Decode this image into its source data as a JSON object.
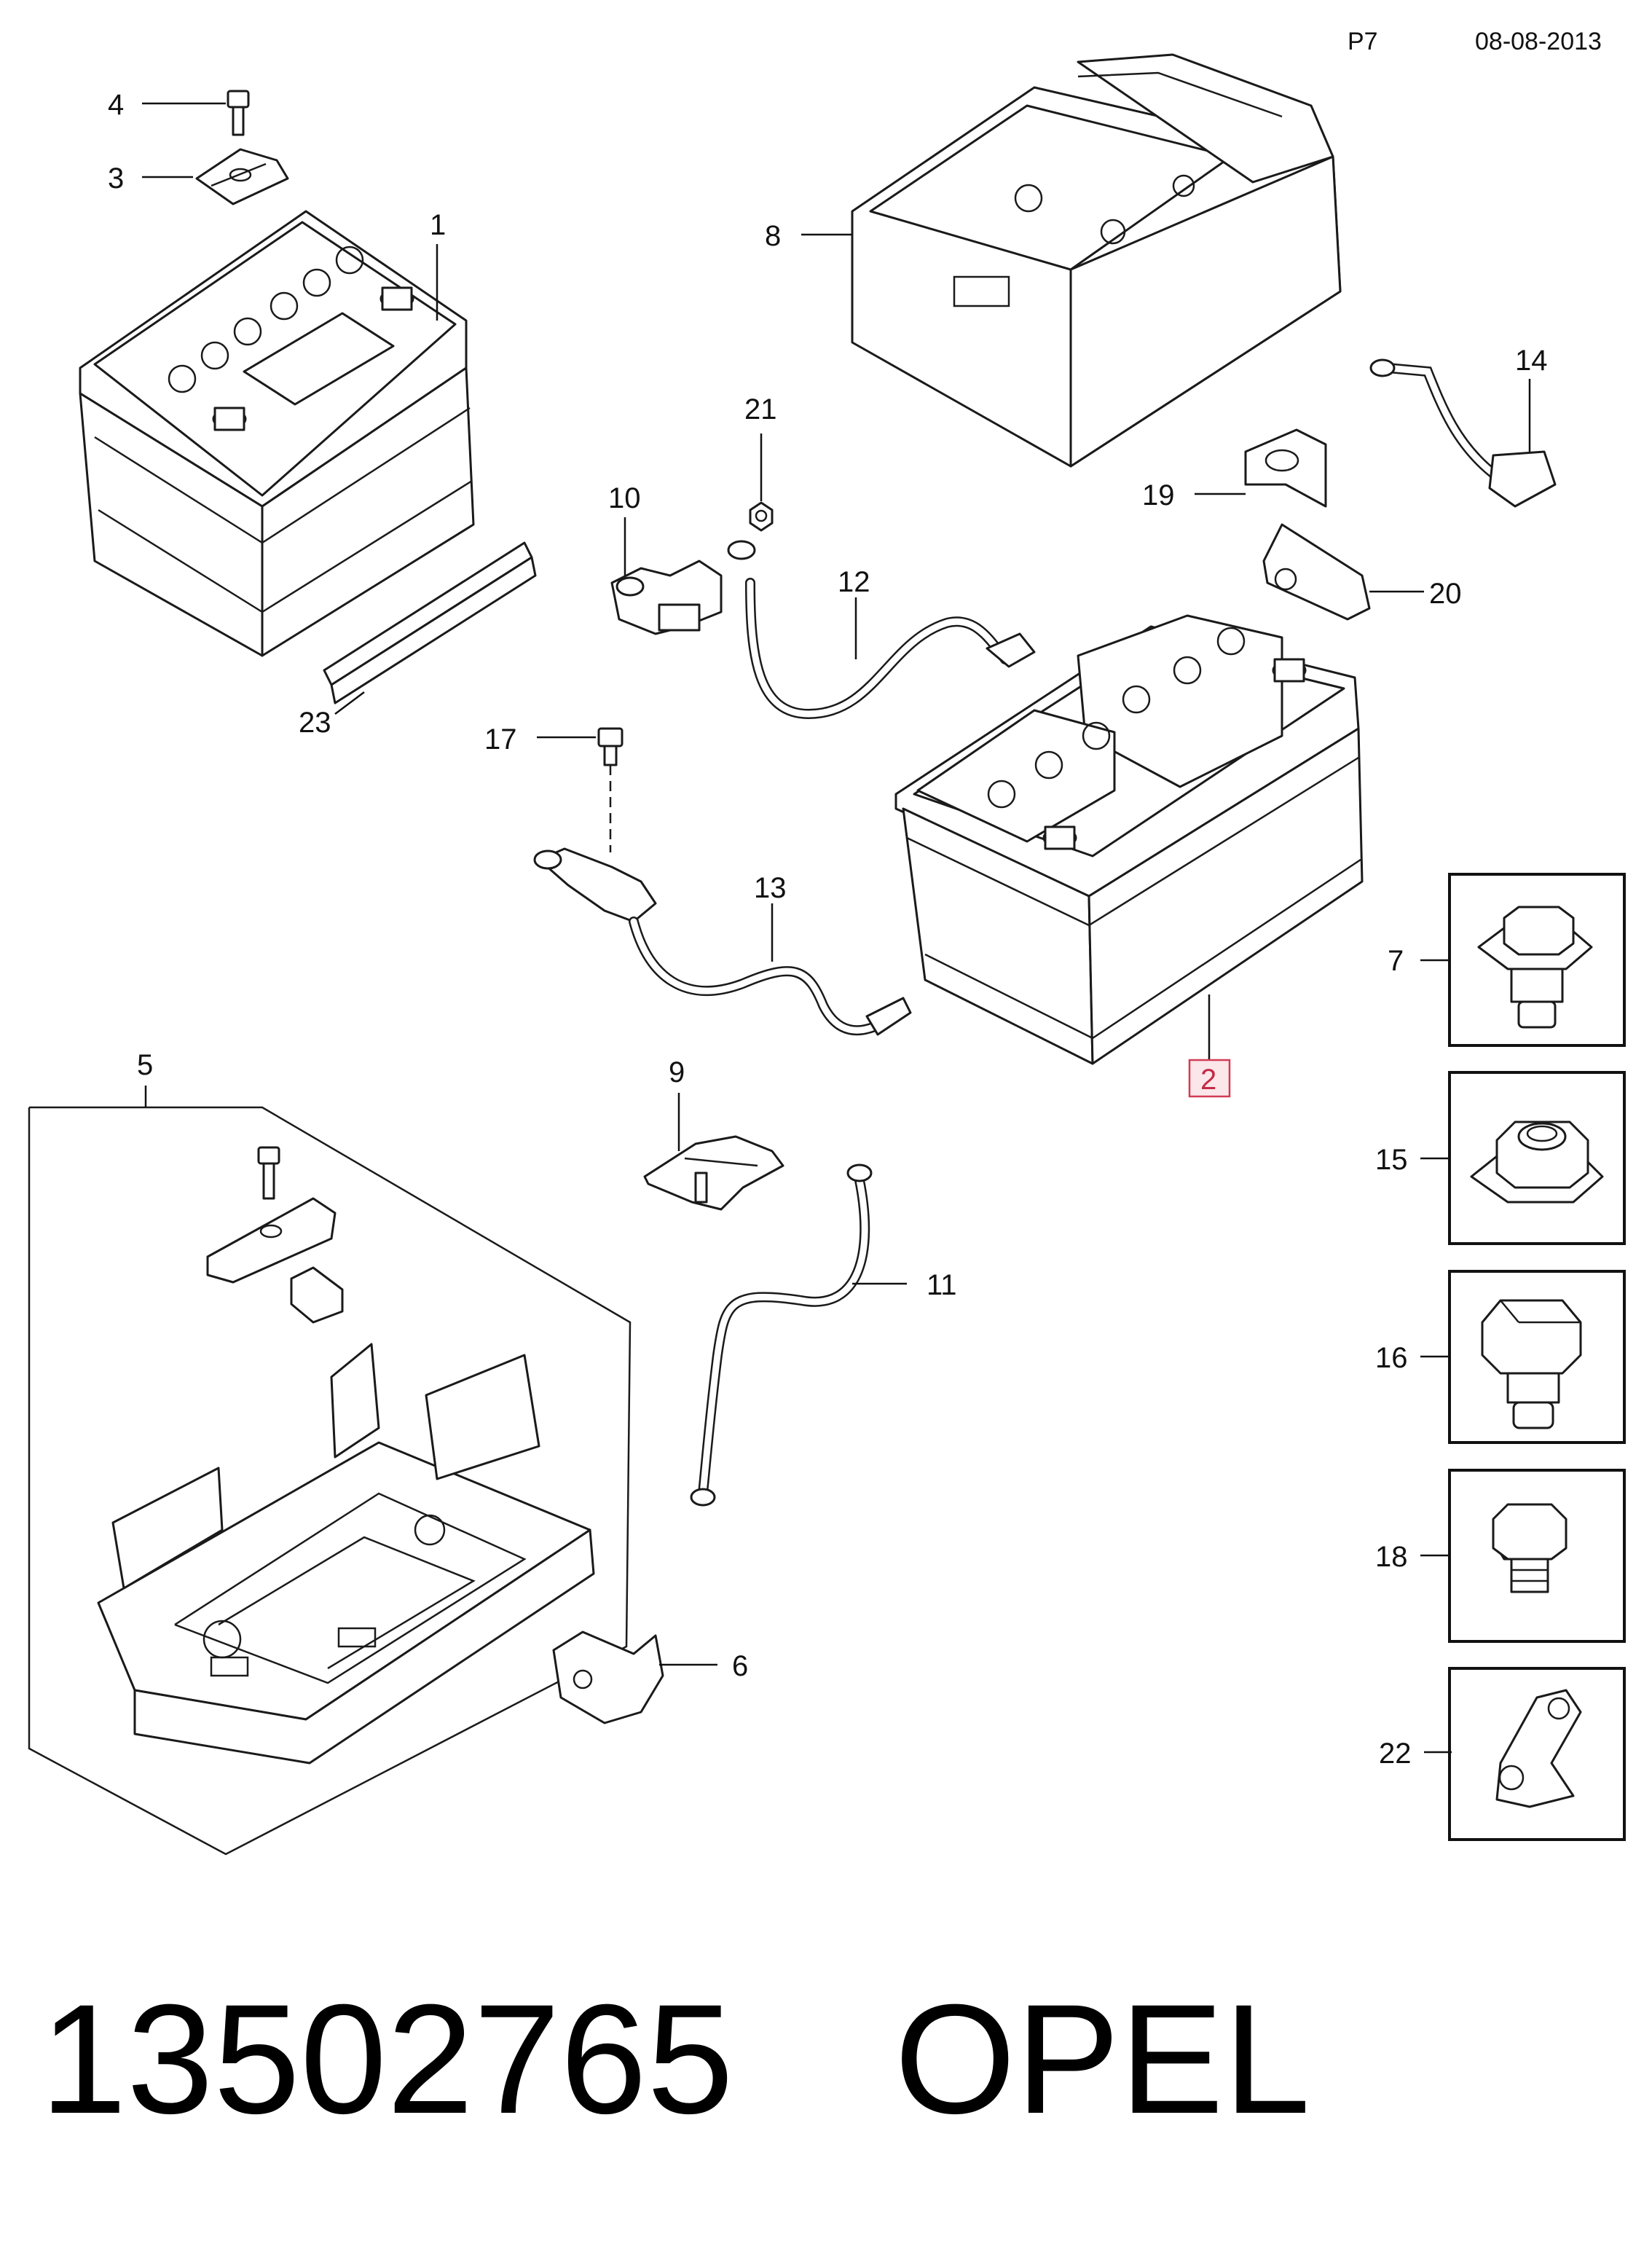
{
  "header": {
    "page_code": "P7",
    "date": "08-08-2013"
  },
  "callouts": {
    "c1": "1",
    "c2": "2",
    "c3": "3",
    "c4": "4",
    "c5": "5",
    "c6": "6",
    "c7": "7",
    "c8": "8",
    "c9": "9",
    "c10": "10",
    "c11": "11",
    "c12": "12",
    "c13": "13",
    "c14": "14",
    "c15": "15",
    "c16": "16",
    "c17": "17",
    "c18": "18",
    "c19": "19",
    "c20": "20",
    "c21": "21",
    "c22": "22",
    "c23": "23"
  },
  "highlighted_callout": "2",
  "highlight_color": "#d23c55",
  "footer": {
    "part_number": "13502765",
    "brand": "OPEL"
  }
}
